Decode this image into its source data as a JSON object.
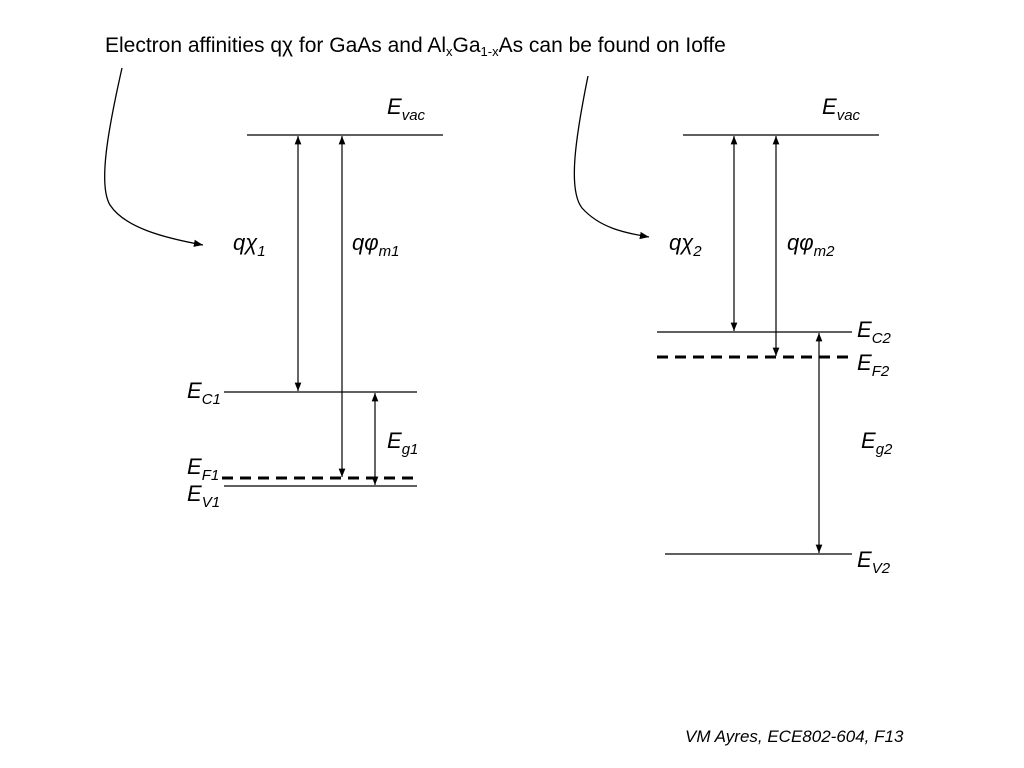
{
  "title": {
    "part1": "Electron affinities q",
    "chi": "χ",
    "part2": " for GaAs and Al",
    "sub_x": "x",
    "part3": "Ga",
    "sub_1x": "1-x",
    "part4": "As can be found on Ioffe"
  },
  "left": {
    "evac": {
      "main": "E",
      "sub": "vac"
    },
    "qchi": {
      "main": "qχ",
      "sub": "1"
    },
    "qphi": {
      "main": "qφ",
      "sub": "m1"
    },
    "ec": {
      "main": "E",
      "sub": "C1"
    },
    "eg": {
      "main": "E",
      "sub": "g1"
    },
    "ef": {
      "main": "E",
      "sub": "F1"
    },
    "ev": {
      "main": "E",
      "sub": "V1"
    }
  },
  "right": {
    "evac": {
      "main": "E",
      "sub": "vac"
    },
    "qchi": {
      "main": "qχ",
      "sub": "2"
    },
    "qphi": {
      "main": "qφ",
      "sub": "m2"
    },
    "ec": {
      "main": "E",
      "sub": "C2"
    },
    "ef": {
      "main": "E",
      "sub": "F2"
    },
    "eg": {
      "main": "E",
      "sub": "g2"
    },
    "ev": {
      "main": "E",
      "sub": "V2"
    }
  },
  "footer": "VM Ayres, ECE802-604, F13"
}
